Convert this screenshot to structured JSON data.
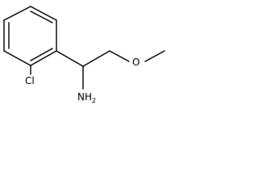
{
  "molecule": {
    "labels": {
      "chlorine": "Cl",
      "amine": "NH",
      "amine_subscript": "2",
      "oxygen": "O"
    }
  }
}
